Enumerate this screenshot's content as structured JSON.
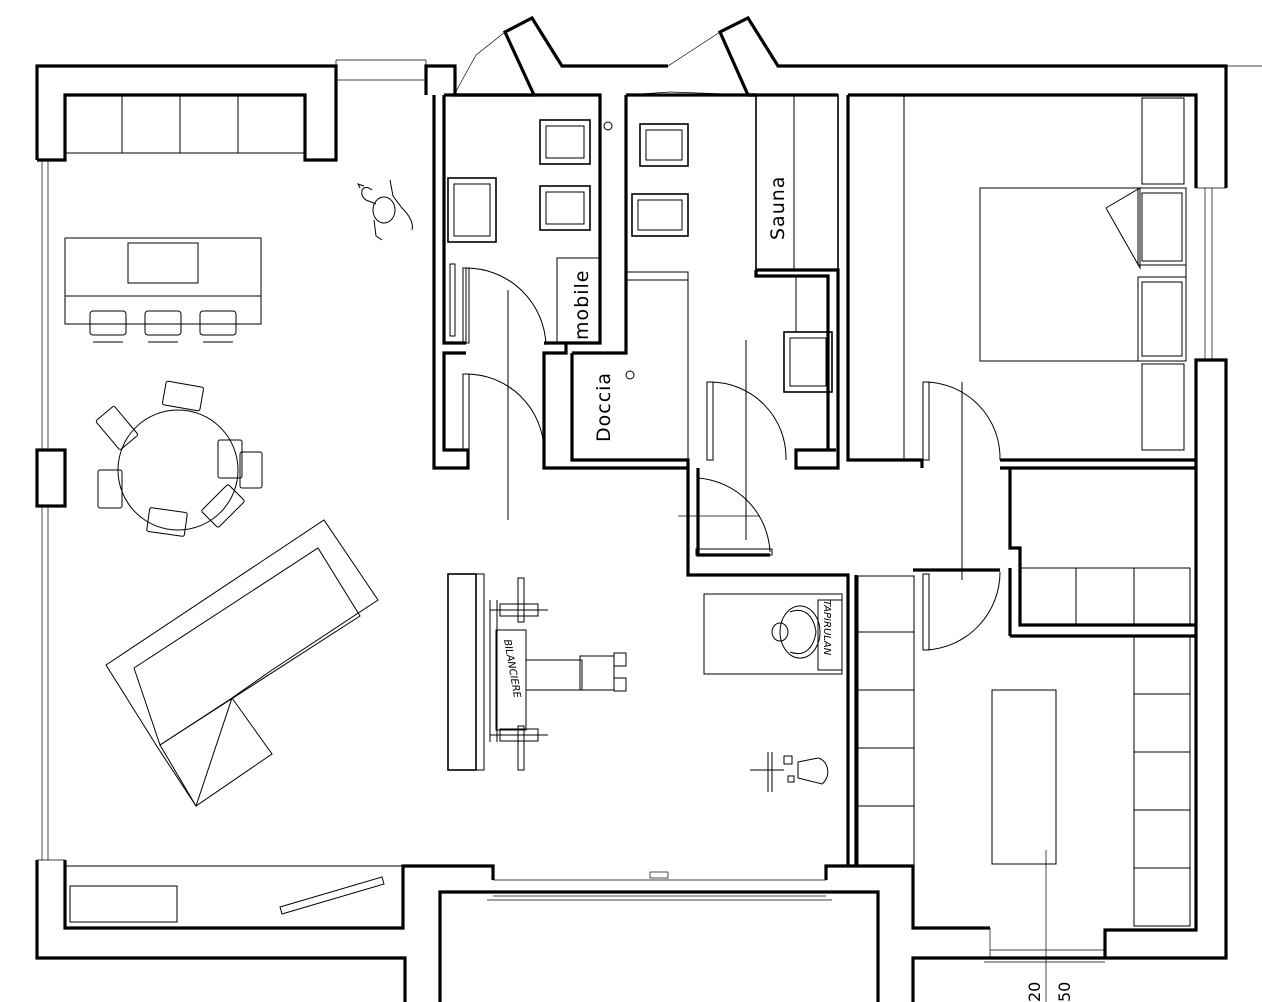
{
  "labels": {
    "sauna": "Sauna",
    "mobile": "mobile",
    "doccia": "Doccia",
    "bilanciere": "BILANCIERE",
    "tapirulan": "TAPIRULAN",
    "dim_1": "20",
    "dim_2": "50"
  }
}
